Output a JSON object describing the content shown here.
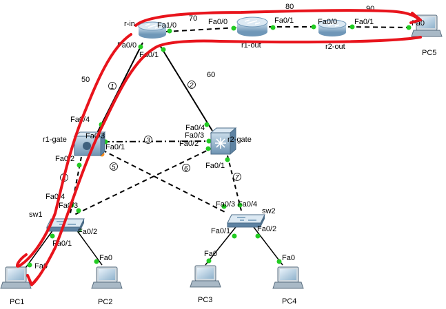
{
  "devices": {
    "r_in": "r-in",
    "r1_out": "r1-out",
    "r2_out": "r2-out",
    "pc5": "PC5",
    "r1_gate": "r1-gate",
    "r2_gate": "r2-gate",
    "sw1": "sw1",
    "sw2": "sw2",
    "pc1": "PC1",
    "pc2": "PC2",
    "pc3": "PC3",
    "pc4": "PC4"
  },
  "ports": {
    "rin_fa10": "Fa1/0",
    "rin_fa00": "Fa0/0",
    "rin_fa01": "Fa0/1",
    "r1out_fa00": "Fa0/0",
    "r1out_fa01": "Fa0/1",
    "r2out_fa00": "Fa0/0",
    "r2out_fa01": "Fa0/1",
    "pc5_fa0": "Fa0",
    "r1gate_fa04": "Fa0/4",
    "r1gate_fa03": "Fa0/3",
    "r1gate_fa01": "Fa0/1",
    "r1gate_fa02": "Fa0/2",
    "r2gate_fa04": "Fa0/4",
    "r2gate_fa03": "Fa0/3",
    "r2gate_fa02": "Fa0/2",
    "r2gate_fa01": "Fa0/1",
    "sw1_fa04": "Fa0/4",
    "sw1_fa03": "Fa0/3",
    "sw1_fa02": "Fa0/2",
    "sw1_fa01": "Fa0/1",
    "sw2_fa03": "Fa0/3",
    "sw2_fa04": "Fa0/4",
    "sw2_fa01": "Fa0/1",
    "sw2_fa02": "Fa0/2",
    "pc1_fa0": "Fa0",
    "pc2_fa0": "Fa0",
    "pc3_fa0": "Fa0",
    "pc4_fa0": "Fa0"
  },
  "link_numbers": {
    "n70": "70",
    "n80": "80",
    "n90": "90",
    "n50": "50",
    "n60": "60"
  },
  "link_ids": {
    "l1": "1",
    "l2": "2",
    "l3": "3",
    "l4": "4",
    "l5": "5",
    "l6": "6",
    "l7": "7"
  },
  "colors": {
    "link": "#000000",
    "port_up": "#22cc22",
    "port_warn": "#ff8c1a",
    "annotation": "#e8141c",
    "device_blue": "#5b8fb8",
    "device_light": "#b9d4e6"
  }
}
